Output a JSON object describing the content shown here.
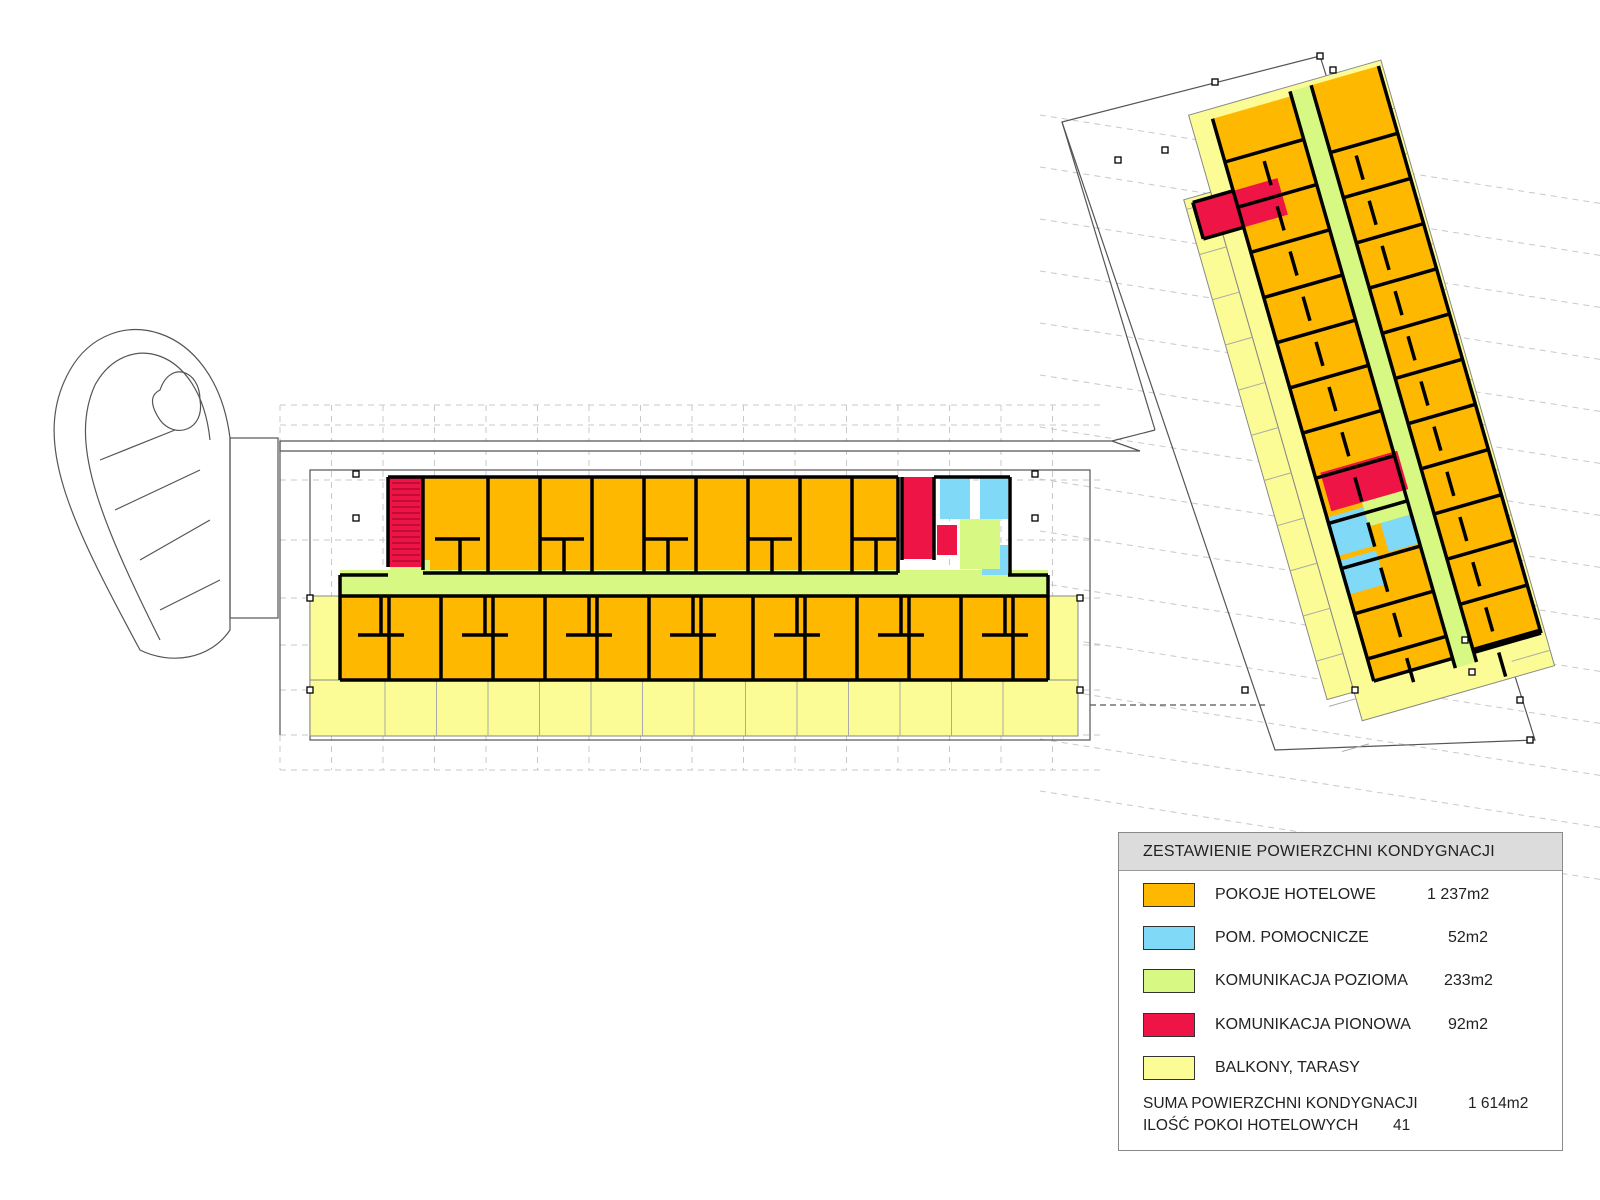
{
  "legend": {
    "title": "ZESTAWIENIE POWIERZCHNI KONDYGNACJI",
    "items": [
      {
        "label": "POKOJE HOTELOWE",
        "value": "1 237m2",
        "color": "#FFB800"
      },
      {
        "label": "POM. POMOCNICZE",
        "value": "52m2",
        "color": "#7FD9F7"
      },
      {
        "label": "KOMUNIKACJA POZIOMA",
        "value": "233m2",
        "color": "#D7F983"
      },
      {
        "label": "KOMUNIKACJA PIONOWA",
        "value": "92m2",
        "color": "#EE1446"
      },
      {
        "label": "BALKONY, TARASY",
        "value": "",
        "color": "#FCFC96"
      }
    ],
    "total_label": "SUMA POWIERZCHNI KONDYGNACJI",
    "total_value": "1 614m2",
    "rooms_label": "ILOŚĆ POKOI HOTELOWYCH",
    "rooms_value": "41"
  }
}
